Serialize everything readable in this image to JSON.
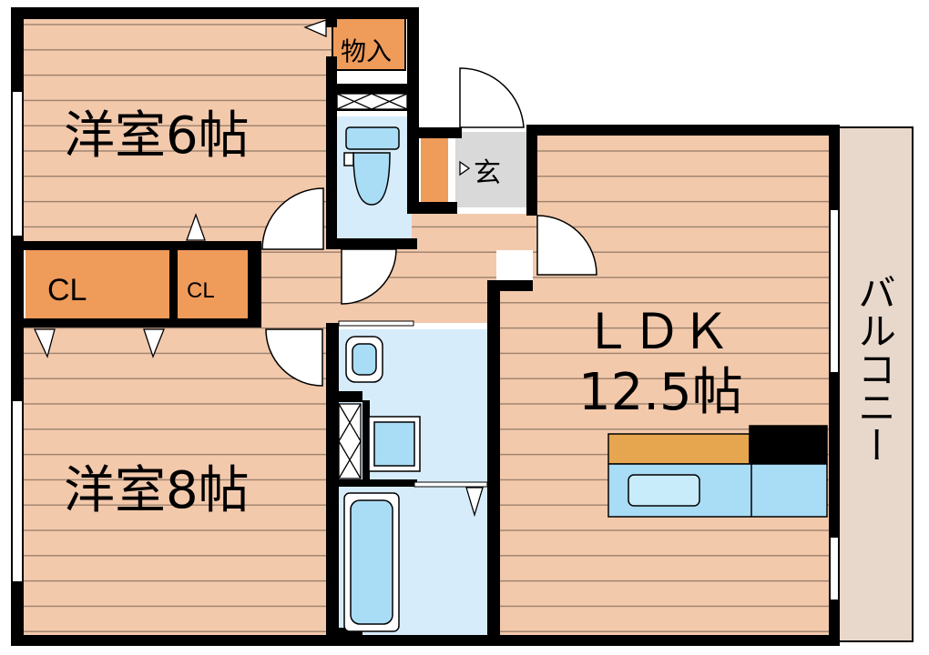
{
  "colors": {
    "floor": "#f3c9ac",
    "floor_line": "#9a7f6a",
    "wall": "#000000",
    "closet": "#ef9b5a",
    "wet_area": "#d6ecfb",
    "fixture": "#a9dcf5",
    "entry": "#d9d9d9",
    "balcony": "#e8d8cc",
    "counter": "#e6a64f"
  },
  "rooms": {
    "western_6": "洋室6帖",
    "western_8": "洋室8帖",
    "ldk_name": "ＬＤＫ",
    "ldk_size": "12.5帖",
    "entrance": "玄",
    "storage": "物入",
    "closet_large": "CL",
    "closet_small": "CL",
    "balcony": "バルコニー"
  }
}
